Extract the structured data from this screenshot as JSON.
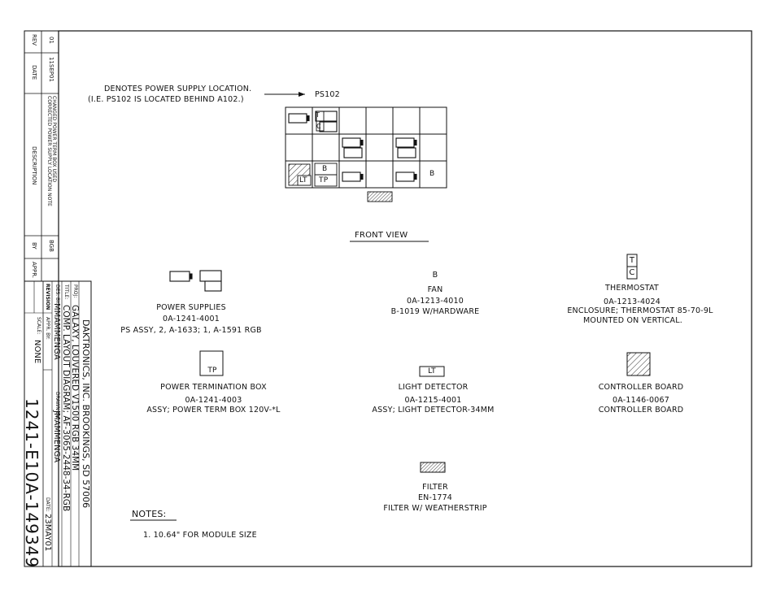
{
  "pointer": {
    "line1": "DENOTES POWER SUPPLY LOCATION.",
    "line2": "(I.E. PS102 IS LOCATED BEHIND A102.)",
    "target": "PS102"
  },
  "grid": {
    "cells": [
      [
        "ps",
        "ps-t-c",
        "",
        "",
        "",
        ""
      ],
      [
        "",
        "",
        "ps",
        "",
        "ps",
        ""
      ],
      [
        "lt",
        "b-tp",
        "ps",
        "",
        "ps",
        "b"
      ]
    ],
    "labels": {
      "lt": "LT",
      "b": "B",
      "tp": "TP",
      "t": "T",
      "c": "C"
    }
  },
  "front_view": "FRONT VIEW",
  "legend": {
    "power_supplies": {
      "title": "POWER SUPPLIES",
      "part": "0A-1241-4001",
      "desc": "PS ASSY, 2, A-1633; 1, A-1591 RGB"
    },
    "fan": {
      "symbol": "B",
      "title": "FAN",
      "part": "0A-1213-4010",
      "desc": "B-1019 W/HARDWARE"
    },
    "thermostat": {
      "symbol_top": "T",
      "symbol_bottom": "C",
      "title": "THERMOSTAT",
      "part": "0A-1213-4024",
      "desc": "ENCLOSURE; THERMOSTAT 85-70-9L",
      "note": "MOUNTED ON VERTICAL."
    },
    "power_term": {
      "symbol": "TP",
      "title": "POWER TERMINATION BOX",
      "part": "0A-1241-4003",
      "desc": "ASSY; POWER TERM BOX 120V-*L"
    },
    "light_detector": {
      "symbol": "LT",
      "title": "LIGHT DETECTOR",
      "part": "0A-1215-4001",
      "desc": "ASSY; LIGHT DETECTOR-34MM"
    },
    "controller": {
      "title": "CONTROLLER BOARD",
      "part": "0A-1146-0067",
      "desc": "CONTROLLER BOARD"
    },
    "filter": {
      "title": "FILTER",
      "part": "EN-1774",
      "desc": "FILTER W/ WEATHERSTRIP"
    }
  },
  "notes": {
    "heading": "NOTES:",
    "items": [
      "1.  10.64\" FOR MODULE SIZE"
    ]
  },
  "revision_block": {
    "headers": {
      "rev": "REV",
      "date": "DATE",
      "description": "DESCRIPTION",
      "by": "BY",
      "appr": "APPR."
    },
    "rows": [
      {
        "rev": "01",
        "date": "11SEP01",
        "desc1": "CORRECTED POWER SUPPLY LOCATION NOTE",
        "desc2": "CHANGED POWER TERM BOX USED",
        "by": "BGB",
        "appr": ""
      }
    ]
  },
  "title_block": {
    "company": "DAKTRONICS, INC.  BROOKINGS, SD 57006",
    "proj_label": "PROJ:",
    "proj": "GALAXY, LOUVERED V1500 RGB 34MM",
    "title_label": "TITLE:",
    "title": "COMP. LAYOUT DIAGRAM; AF-3065-2448-34-RGB",
    "des_label": "DES. BY:",
    "des": "MMAMMENGA",
    "drawn_label": "DRAWN BY:",
    "drawn": "JMAMMENGA",
    "revision_label": "REVISION",
    "appr_label": "APPR. BY:",
    "date_label": "DATE:",
    "date": "23MAY01",
    "scale_label": "SCALE:",
    "scale": "NONE",
    "dwg_number": "1241-E10A-149349"
  }
}
